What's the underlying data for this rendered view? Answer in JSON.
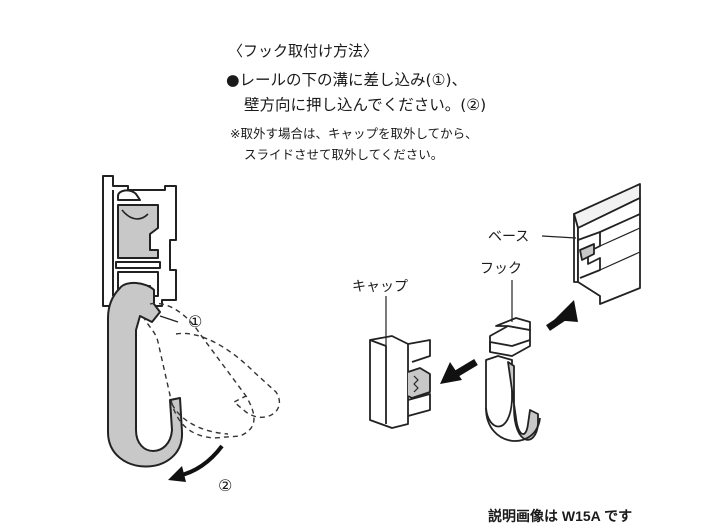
{
  "instructions": {
    "title": "〈フック取付け方法〉",
    "step_line1": "●レールの下の溝に差し込み(①)、",
    "step_line2": "壁方向に押し込んでください。(②)",
    "note_line1": "※取外す場合は、キャップを取外してから、",
    "note_line2": "スライドさせて取外してください。"
  },
  "labels": {
    "step1_marker": "①",
    "step2_marker": "②",
    "base": "ベース",
    "hook": "フック",
    "cap": "キャップ"
  },
  "footer": {
    "caption": "説明画像は W15A です"
  }
}
